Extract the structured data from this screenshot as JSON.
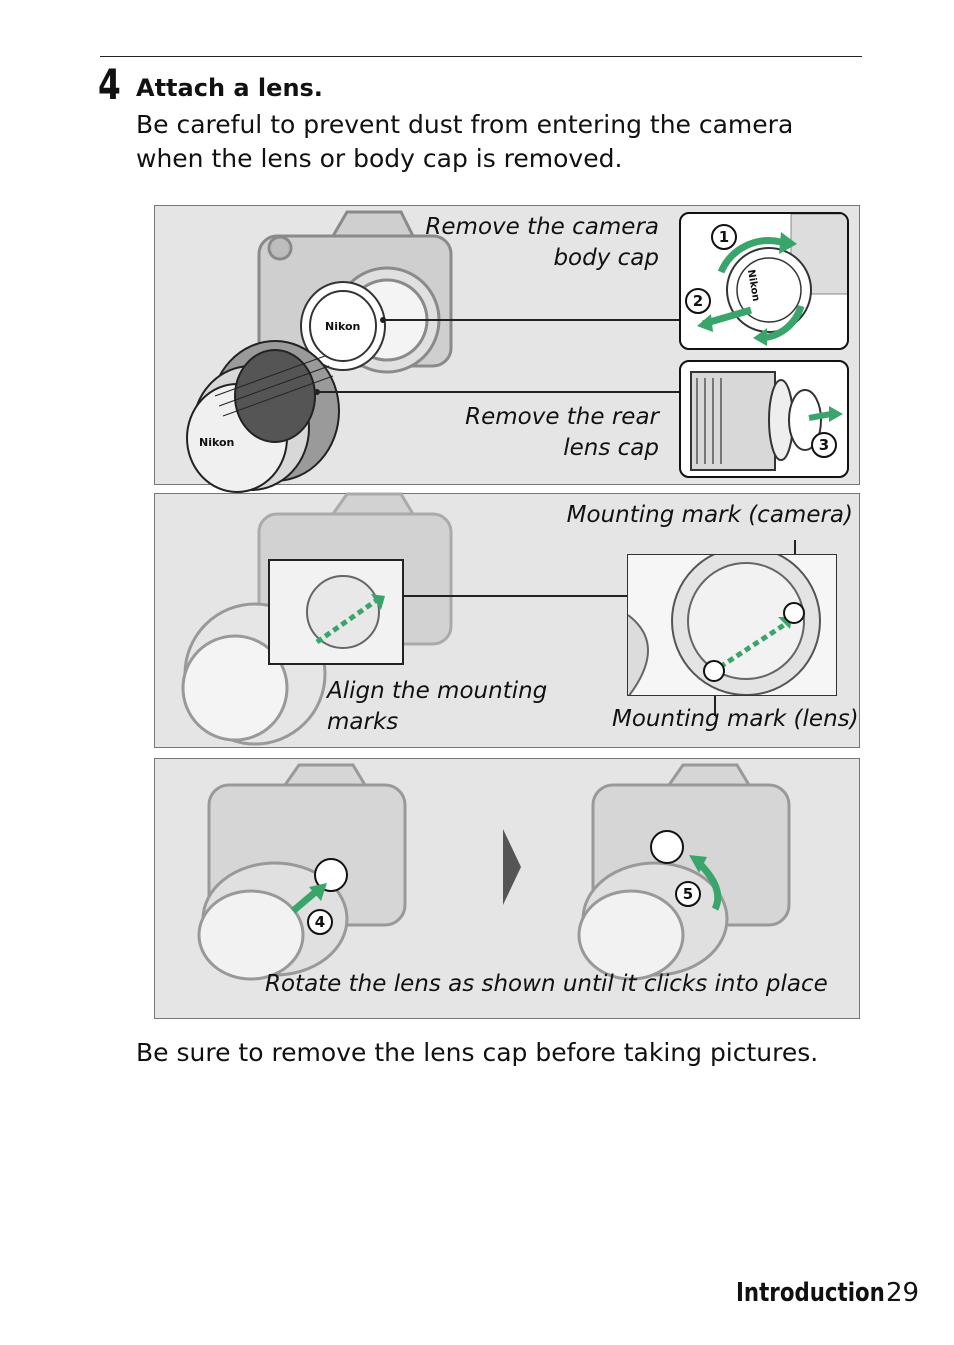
{
  "step": {
    "number": "4",
    "title": "Attach a lens.",
    "body": "Be careful to prevent dust from entering the camera when the lens or body cap is removed."
  },
  "panel1": {
    "label_body_cap": [
      "Remove the camera",
      "body cap"
    ],
    "label_rear_cap": [
      "Remove the rear",
      "lens cap"
    ],
    "inset_brand": "Nikon",
    "lens_brand": "Nikon"
  },
  "panel2": {
    "label_mark_camera": "Mounting mark (camera)",
    "label_align": [
      "Align the mounting",
      "marks"
    ],
    "label_mark_lens": "Mounting mark (lens)"
  },
  "panel3": {
    "caption": "Rotate the lens as shown until it clicks into place"
  },
  "callouts": [
    "1",
    "2",
    "3",
    "4",
    "5"
  ],
  "note": "Be sure to remove the lens cap before taking pictures.",
  "footer": {
    "section": "Introduction",
    "page": "29"
  },
  "colors": {
    "arrow_green": "#3aa56b",
    "camera_gray": "#bdbdbd",
    "panel_bg": "#e5e5e5"
  }
}
